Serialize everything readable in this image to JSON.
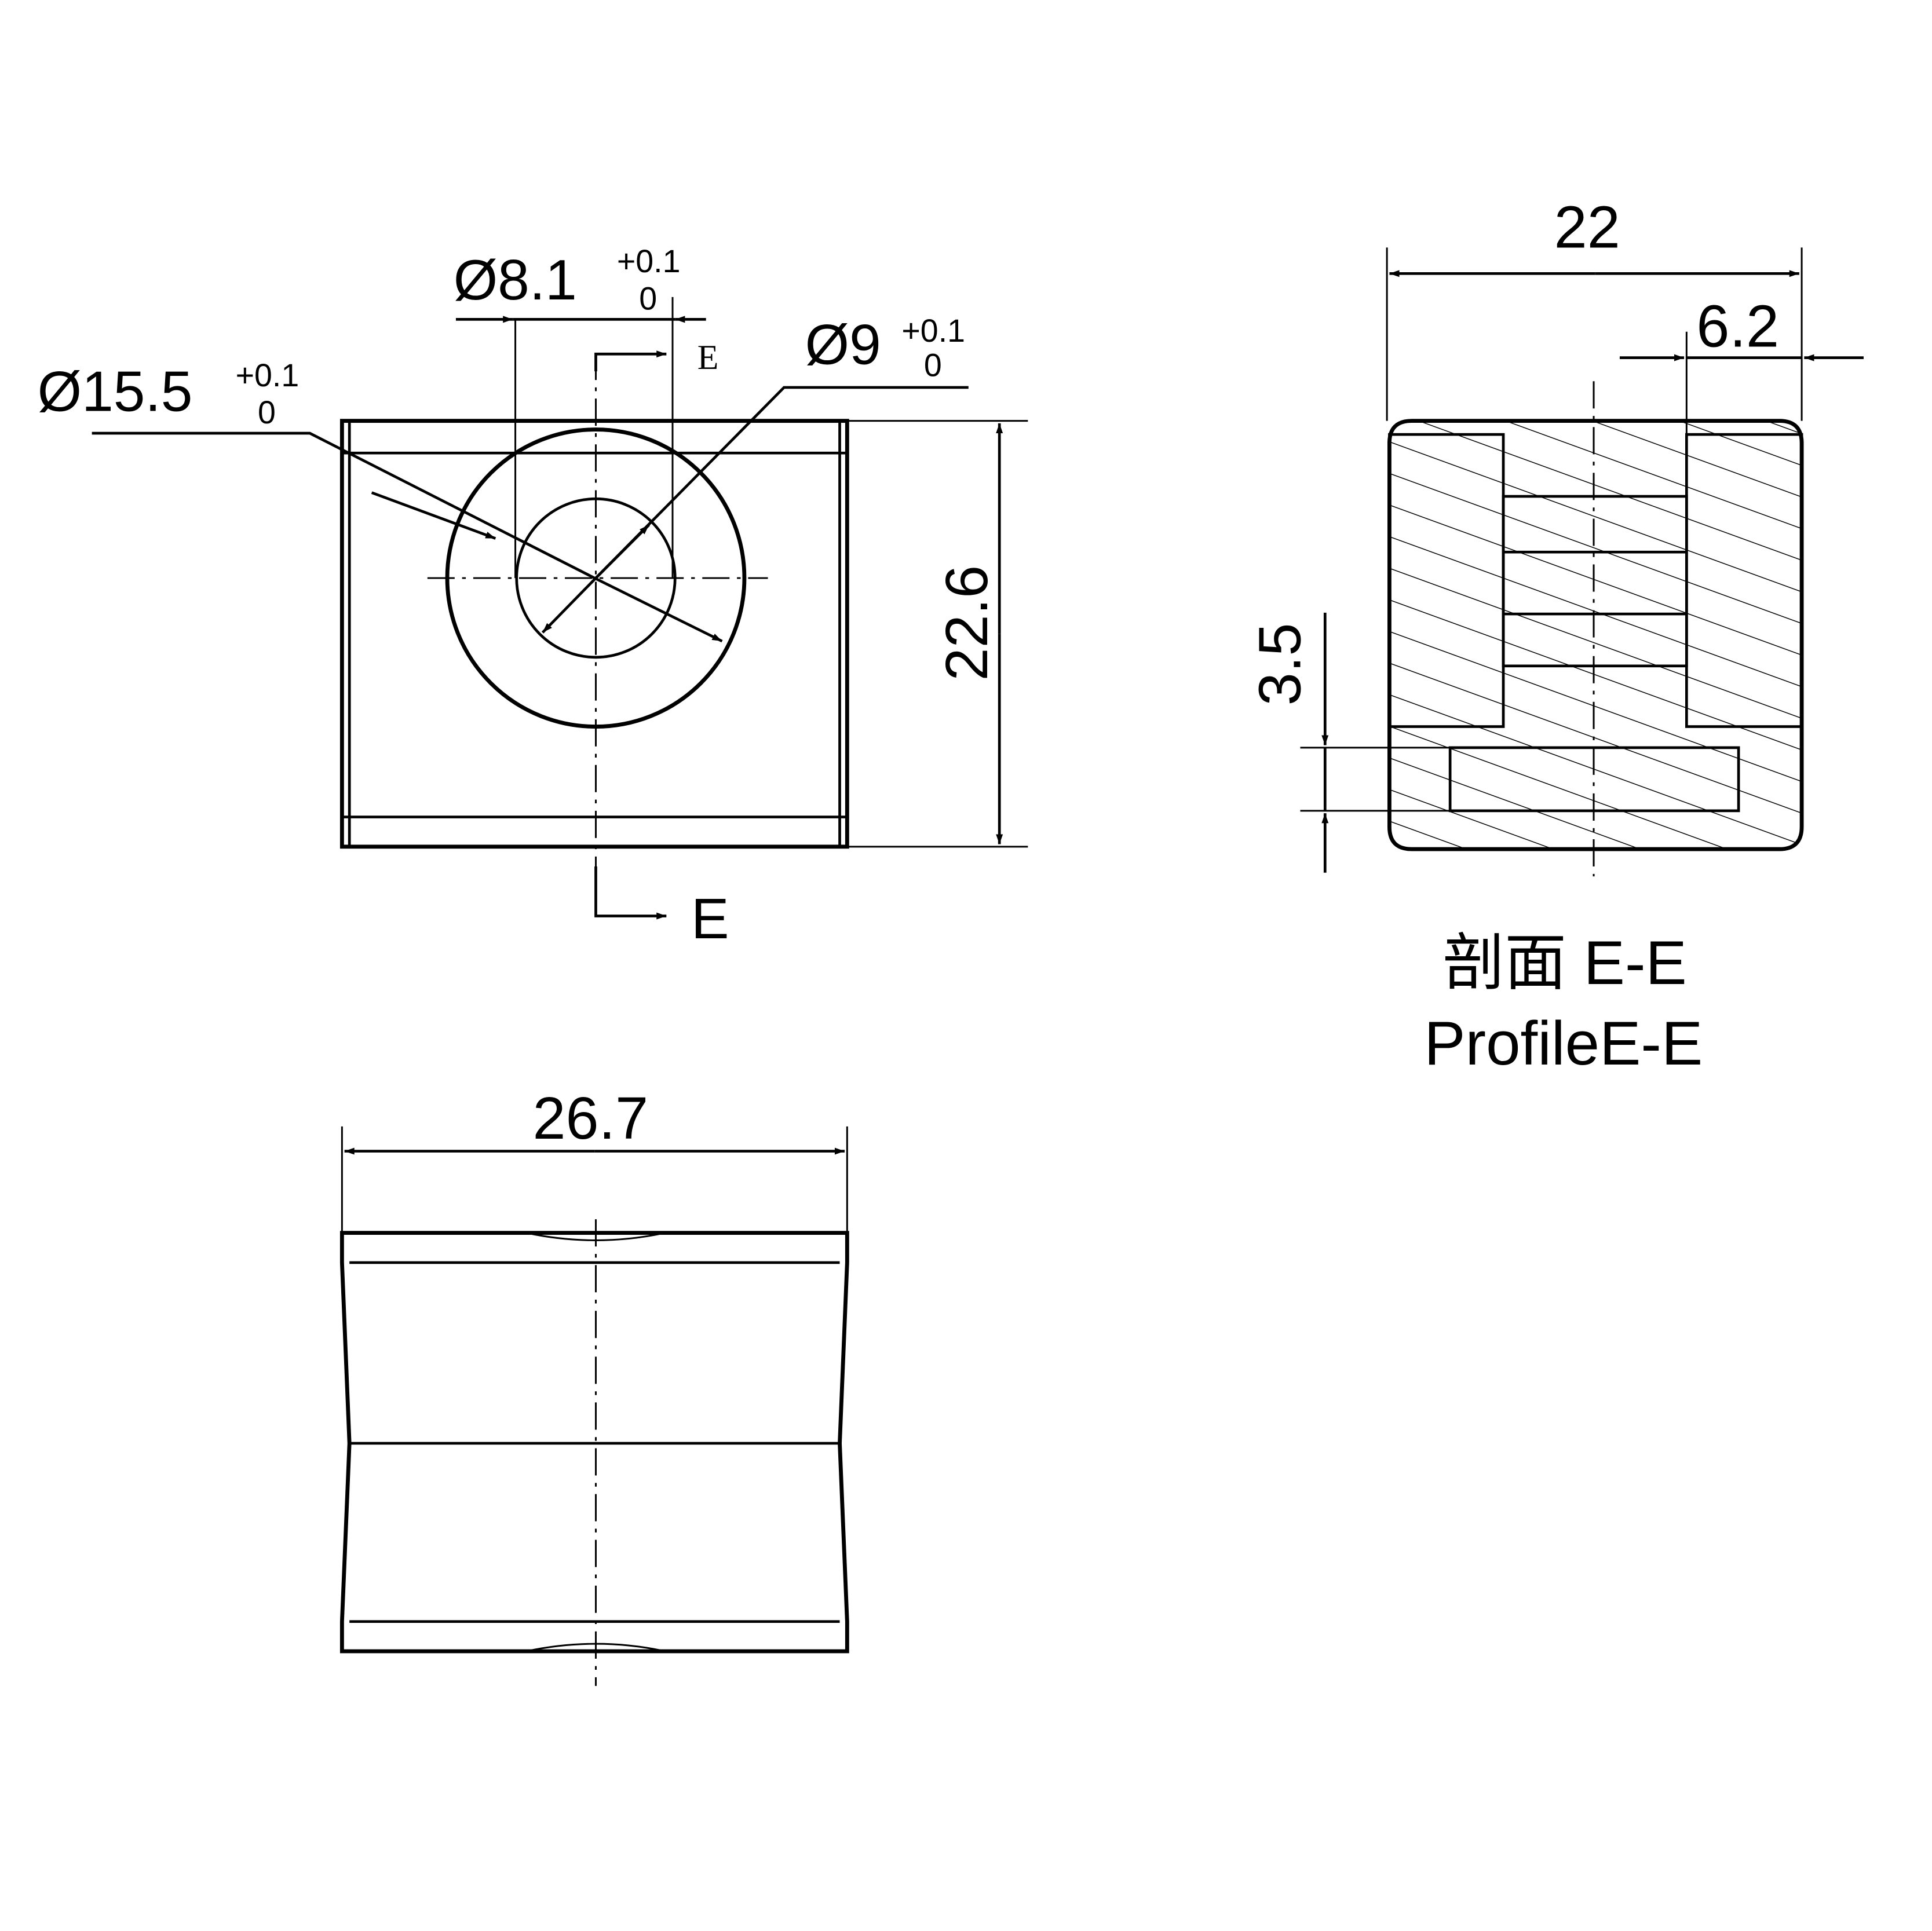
{
  "drawing": {
    "front_view": {
      "dim_outer_diameter": {
        "symbol": "Ø",
        "value": "15.5",
        "tol_upper": "+0.1",
        "tol_lower": "0"
      },
      "dim_bore_diameter": {
        "symbol": "Ø",
        "value": "8.1",
        "tol_upper": "+0.1",
        "tol_lower": "0"
      },
      "dim_mid_diameter": {
        "symbol": "Ø",
        "value": "9",
        "tol_upper": "+0.1",
        "tol_lower": "0"
      },
      "dim_height": "22.6",
      "section_marker_top": "E",
      "section_marker_bottom": "E"
    },
    "section_view": {
      "dim_width": "22",
      "dim_step": "6.2",
      "dim_slot": "3.5",
      "caption_cn": "剖面 E-E",
      "caption_en": "ProfileE-E"
    },
    "bottom_view": {
      "dim_width": "26.7"
    }
  }
}
